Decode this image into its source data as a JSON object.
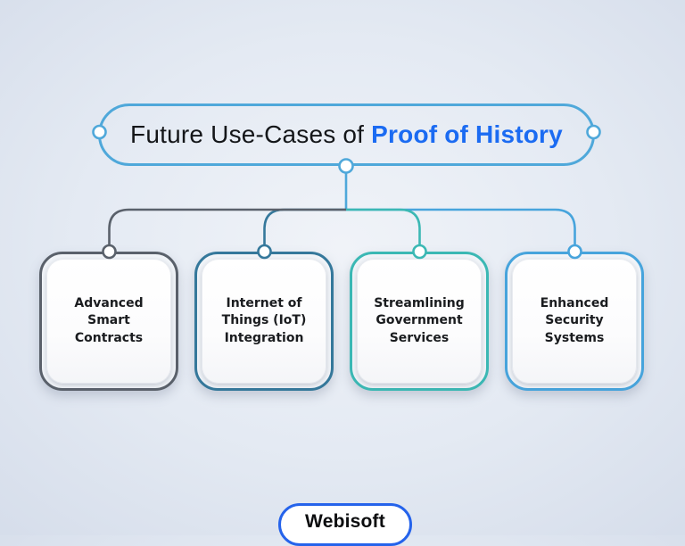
{
  "title": {
    "prefix": "Future Use-Cases of",
    "highlight": "Proof of History"
  },
  "nodes": [
    {
      "label": "Advanced\nSmart\nContracts",
      "color": "#5A616B"
    },
    {
      "label": "Internet of\nThings (IoT)\nIntegration",
      "color": "#35789B"
    },
    {
      "label": "Streamlining\nGovernment\nServices",
      "color": "#3BB8B4"
    },
    {
      "label": "Enhanced\nSecurity\nSystems",
      "color": "#47A4DC"
    }
  ],
  "footer": {
    "brand": "Webisoft",
    "border_color": "#2563EB"
  },
  "colors": {
    "highlight_blue": "#1B6BF2",
    "connector_blue": "#4FA8DA",
    "text_dark": "#141619",
    "background_center": "#EEF2F8",
    "background_edge": "#D2DAE8"
  }
}
